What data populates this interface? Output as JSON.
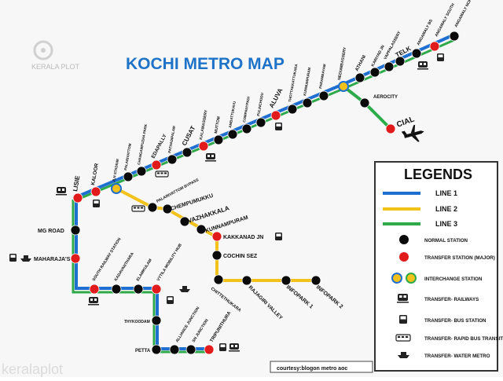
{
  "title": "KOCHI METRO MAP",
  "watermark_top": "KERALA PLOT",
  "watermark_bottom": "keralaplot",
  "credit": "courtesy:blogon metro aoc",
  "colors": {
    "line1": "#1f6fd1",
    "line2": "#f2c21b",
    "line3": "#2faa4a",
    "title": "#1e73c8",
    "normal": "#0a0a0a",
    "transfer": "#e11b1b"
  },
  "stations": [
    {
      "name": "ANGAMALY NORTH",
      "type": "normal"
    },
    {
      "name": "ANGAMALY SOUTH",
      "type": "transfer",
      "icon": "train"
    },
    {
      "name": "ANGAMALY BS",
      "type": "normal"
    },
    {
      "name": "TELK",
      "type": "normal"
    },
    {
      "name": "VAPPALASSERY",
      "type": "normal"
    },
    {
      "name": "KARIYAD JN",
      "type": "normal"
    },
    {
      "name": "ATHANI",
      "type": "normal"
    },
    {
      "name": "NEDUMBASSERY",
      "type": "interchange"
    },
    {
      "name": "AEROCITY",
      "type": "normal"
    },
    {
      "name": "CIAL",
      "type": "transfer",
      "icon": "plane"
    },
    {
      "name": "PARAMBAYAM",
      "type": "normal"
    },
    {
      "name": "KUNNUMPURAM",
      "type": "normal"
    },
    {
      "name": "THOTTAKKATTUKARA",
      "type": "normal"
    },
    {
      "name": "ALUVA",
      "type": "transfer",
      "icon": "bus"
    },
    {
      "name": "PULINCHODU",
      "type": "normal"
    },
    {
      "name": "COMPANYPADI",
      "type": "normal"
    },
    {
      "name": "AMBATTUKAVU",
      "type": "normal"
    },
    {
      "name": "MUTTOM",
      "type": "normal"
    },
    {
      "name": "KALAMASSERY",
      "type": "transfer",
      "icon": "train"
    },
    {
      "name": "CUSAT",
      "type": "normal"
    },
    {
      "name": "PATHADIPALAM",
      "type": "normal"
    },
    {
      "name": "EDAPALLY",
      "type": "transfer",
      "icon": "rapid-bus"
    },
    {
      "name": "CHANGAMPUZHA PARK",
      "type": "normal"
    },
    {
      "name": "PALARIVATTOM",
      "type": "normal"
    },
    {
      "name": "JLN STADIUM",
      "type": "interchange"
    },
    {
      "name": "KALOOR",
      "type": "transfer",
      "icon": "bus"
    },
    {
      "name": "LISIE",
      "type": "transfer",
      "icon": "train"
    },
    {
      "name": "MG ROAD",
      "type": "normal"
    },
    {
      "name": "MAHARAJA'S",
      "type": "transfer",
      "icon": "bus-boat"
    },
    {
      "name": "SOUTH RAILWAY STATION",
      "type": "transfer",
      "icon": "train"
    },
    {
      "name": "KADAVANTHARA",
      "type": "normal"
    },
    {
      "name": "ELAMKULAM",
      "type": "normal"
    },
    {
      "name": "VYTILA MOBILITY HUB",
      "type": "transfer",
      "icon": "bus-boat"
    },
    {
      "name": "THYKOODAM",
      "type": "normal"
    },
    {
      "name": "PETTA",
      "type": "normal"
    },
    {
      "name": "ALLIANCE JUNCTION",
      "type": "normal"
    },
    {
      "name": "SN JUNCTION",
      "type": "normal"
    },
    {
      "name": "TRIPUNITHURA",
      "type": "transfer",
      "icon": "bus-train"
    },
    {
      "name": "PALARIVATTOM BYPASS",
      "type": "normal",
      "icon": "rapid-bus"
    },
    {
      "name": "CHEMPUMUKKU",
      "type": "normal"
    },
    {
      "name": "VAZHAKKALA",
      "type": "normal"
    },
    {
      "name": "KUNNAMPURAM",
      "type": "normal"
    },
    {
      "name": "KAKKANAD JN",
      "type": "transfer",
      "icon": "bus"
    },
    {
      "name": "COCHIN SEZ",
      "type": "normal"
    },
    {
      "name": "CHITTETHUKARA",
      "type": "normal"
    },
    {
      "name": "RAJAGIRI VALLEY",
      "type": "normal"
    },
    {
      "name": "INFOPARK 1",
      "type": "normal"
    },
    {
      "name": "INFOPARK 2",
      "type": "normal"
    }
  ],
  "legend": {
    "heading": "LEGENDS",
    "items": [
      {
        "key": "line1",
        "label": "LINE 1",
        "kind": "line-blue"
      },
      {
        "key": "line2",
        "label": "LINE 2",
        "kind": "line-yellow"
      },
      {
        "key": "line3",
        "label": "LINE 3",
        "kind": "line-green"
      },
      {
        "key": "normal",
        "label": "NORMAL STATION",
        "kind": "dot-black"
      },
      {
        "key": "transfer",
        "label": "TRANSFER STATION (MAJOR)",
        "kind": "dot-red"
      },
      {
        "key": "interchange",
        "label": "INTERCHANGE STATION",
        "kind": "dot-interchange"
      },
      {
        "key": "railways",
        "label": "TRANSFER- RAILWAYS",
        "kind": "train-icon"
      },
      {
        "key": "bus",
        "label": "TRANSFER- BUS STATION",
        "kind": "bus-icon"
      },
      {
        "key": "rapid",
        "label": "TRANSFER- RAPID BUS TRANSIT",
        "kind": "rapid-bus-icon"
      },
      {
        "key": "water",
        "label": "TRANSFER- WATER METRO",
        "kind": "boat-icon"
      }
    ]
  }
}
